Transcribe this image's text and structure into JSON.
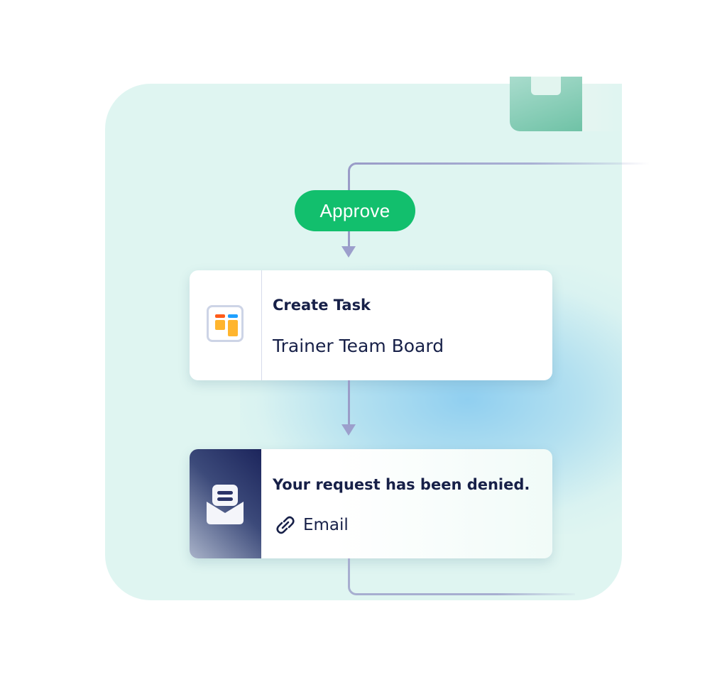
{
  "diagram": {
    "branch_label": "Approve",
    "nodes": [
      {
        "id": "create-task",
        "action": "Create Task",
        "detail": "Trainer Team Board",
        "icon": "board-icon"
      },
      {
        "id": "email",
        "action": "Your request has been denied.",
        "detail": "Email",
        "icon": "mail-open-icon",
        "detail_icon": "link-icon"
      }
    ],
    "edges": [
      {
        "from": "top",
        "to": "approve-label"
      },
      {
        "from": "approve-label",
        "to": "create-task"
      },
      {
        "from": "create-task",
        "to": "email"
      },
      {
        "from": "email",
        "to": "right-exit"
      }
    ]
  },
  "colors": {
    "panel": "#dff5f1",
    "approve_pill": "#12bf6d",
    "connector": "#9a9cc8",
    "title_text": "#172048",
    "email_icon_bg": "#1c255c",
    "board_orange": "#ff5c1a",
    "board_blue": "#1ea0ff",
    "board_yellow": "#ffb52e"
  }
}
